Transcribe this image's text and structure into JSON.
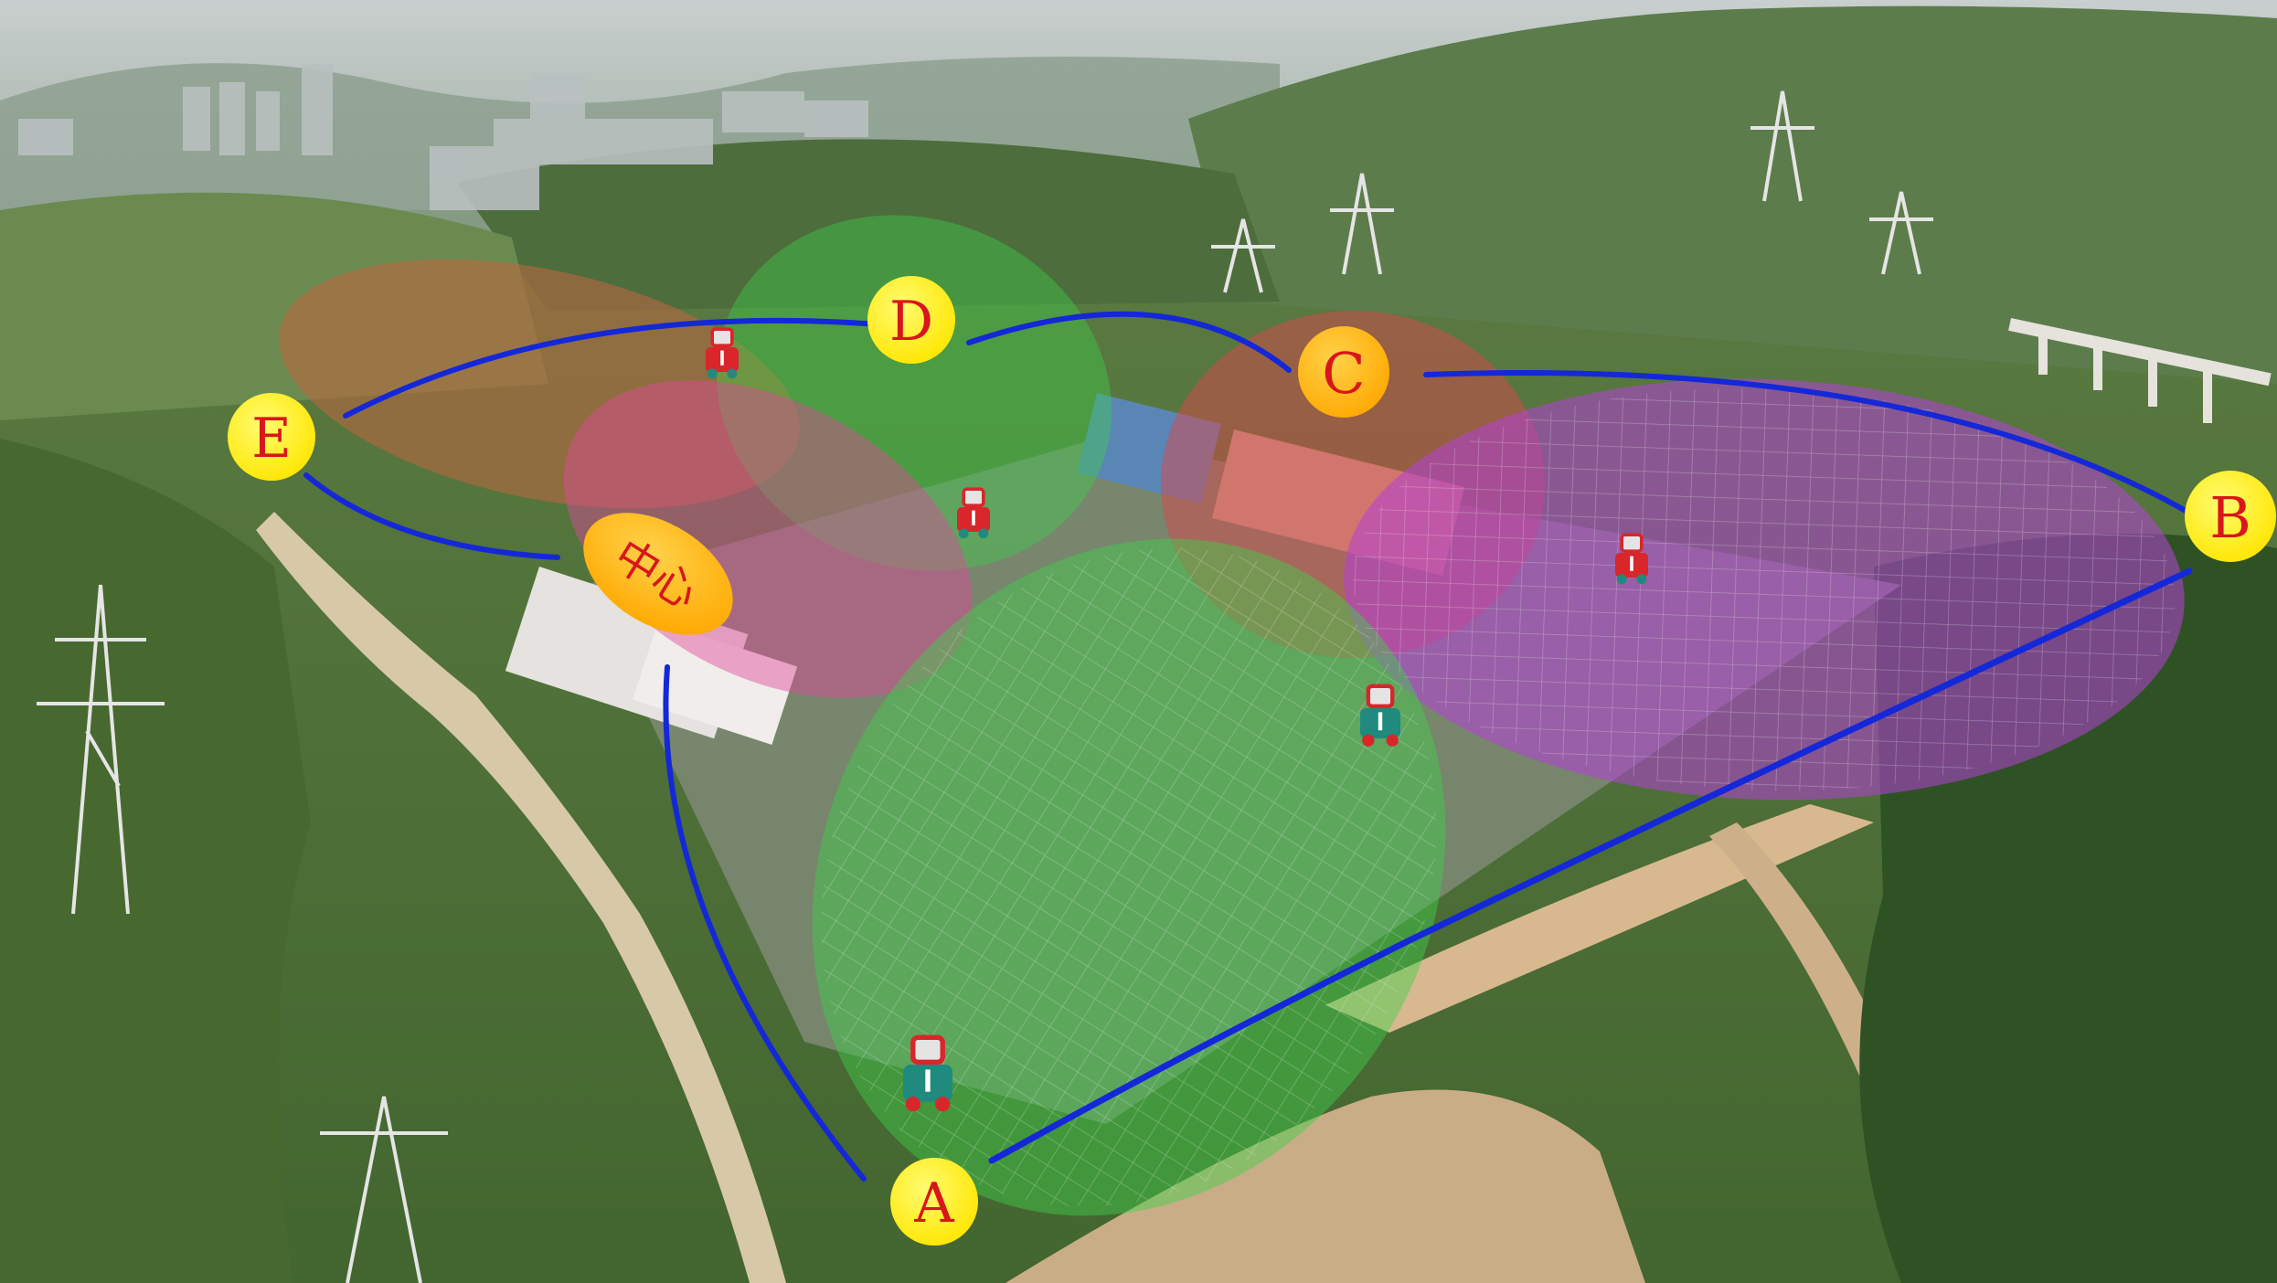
{
  "zones": [
    {
      "id": "E",
      "label": "E",
      "color": "#c1663f"
    },
    {
      "id": "D",
      "label": "D",
      "color": "#3fd04a"
    },
    {
      "id": "C",
      "label": "C",
      "color": "#d8484a"
    },
    {
      "id": "B",
      "label": "B",
      "color": "#b43fd8"
    },
    {
      "id": "A",
      "label": "A",
      "color": "#3fd04a"
    },
    {
      "id": "center",
      "label": "中心",
      "color": "#e0469c"
    }
  ],
  "colors": {
    "marker_yellow": "#fff200",
    "marker_orange": "#ffb300",
    "label_red": "#d8161b",
    "link_blue": "#1428d8",
    "robot_red": "#d8262b",
    "robot_teal": "#1f8a7d"
  },
  "robots": [
    {
      "zone": "E",
      "icon": "robot-icon"
    },
    {
      "zone": "D",
      "icon": "robot-icon"
    },
    {
      "zone": "B",
      "icon": "robot-icon"
    },
    {
      "zone": "A-upper",
      "icon": "robot-icon"
    },
    {
      "zone": "A",
      "icon": "robot-icon"
    }
  ]
}
